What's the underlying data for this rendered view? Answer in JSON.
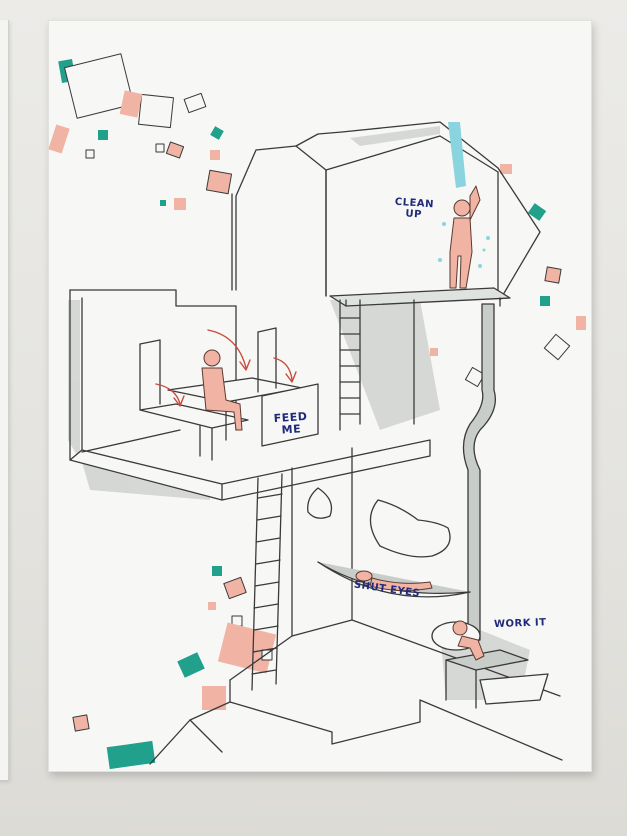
{
  "artwork": {
    "annotations": {
      "clean_up": "CLEAN\nUP",
      "feed_me": "FEED\nME",
      "shut_eyes": "SHUT EYES",
      "work_it": "WORK IT"
    }
  },
  "colors": {
    "ink": "#3a3a3a",
    "label_ink": "#1f2b7a",
    "figure_pink": "#f0b3a4",
    "accent_teal": "#21a08c",
    "shadow_grey": "#c9cdca",
    "water_blue": "#8ad4e0",
    "arrow_red": "#c94a3a",
    "paper": "#f7f7f5"
  }
}
